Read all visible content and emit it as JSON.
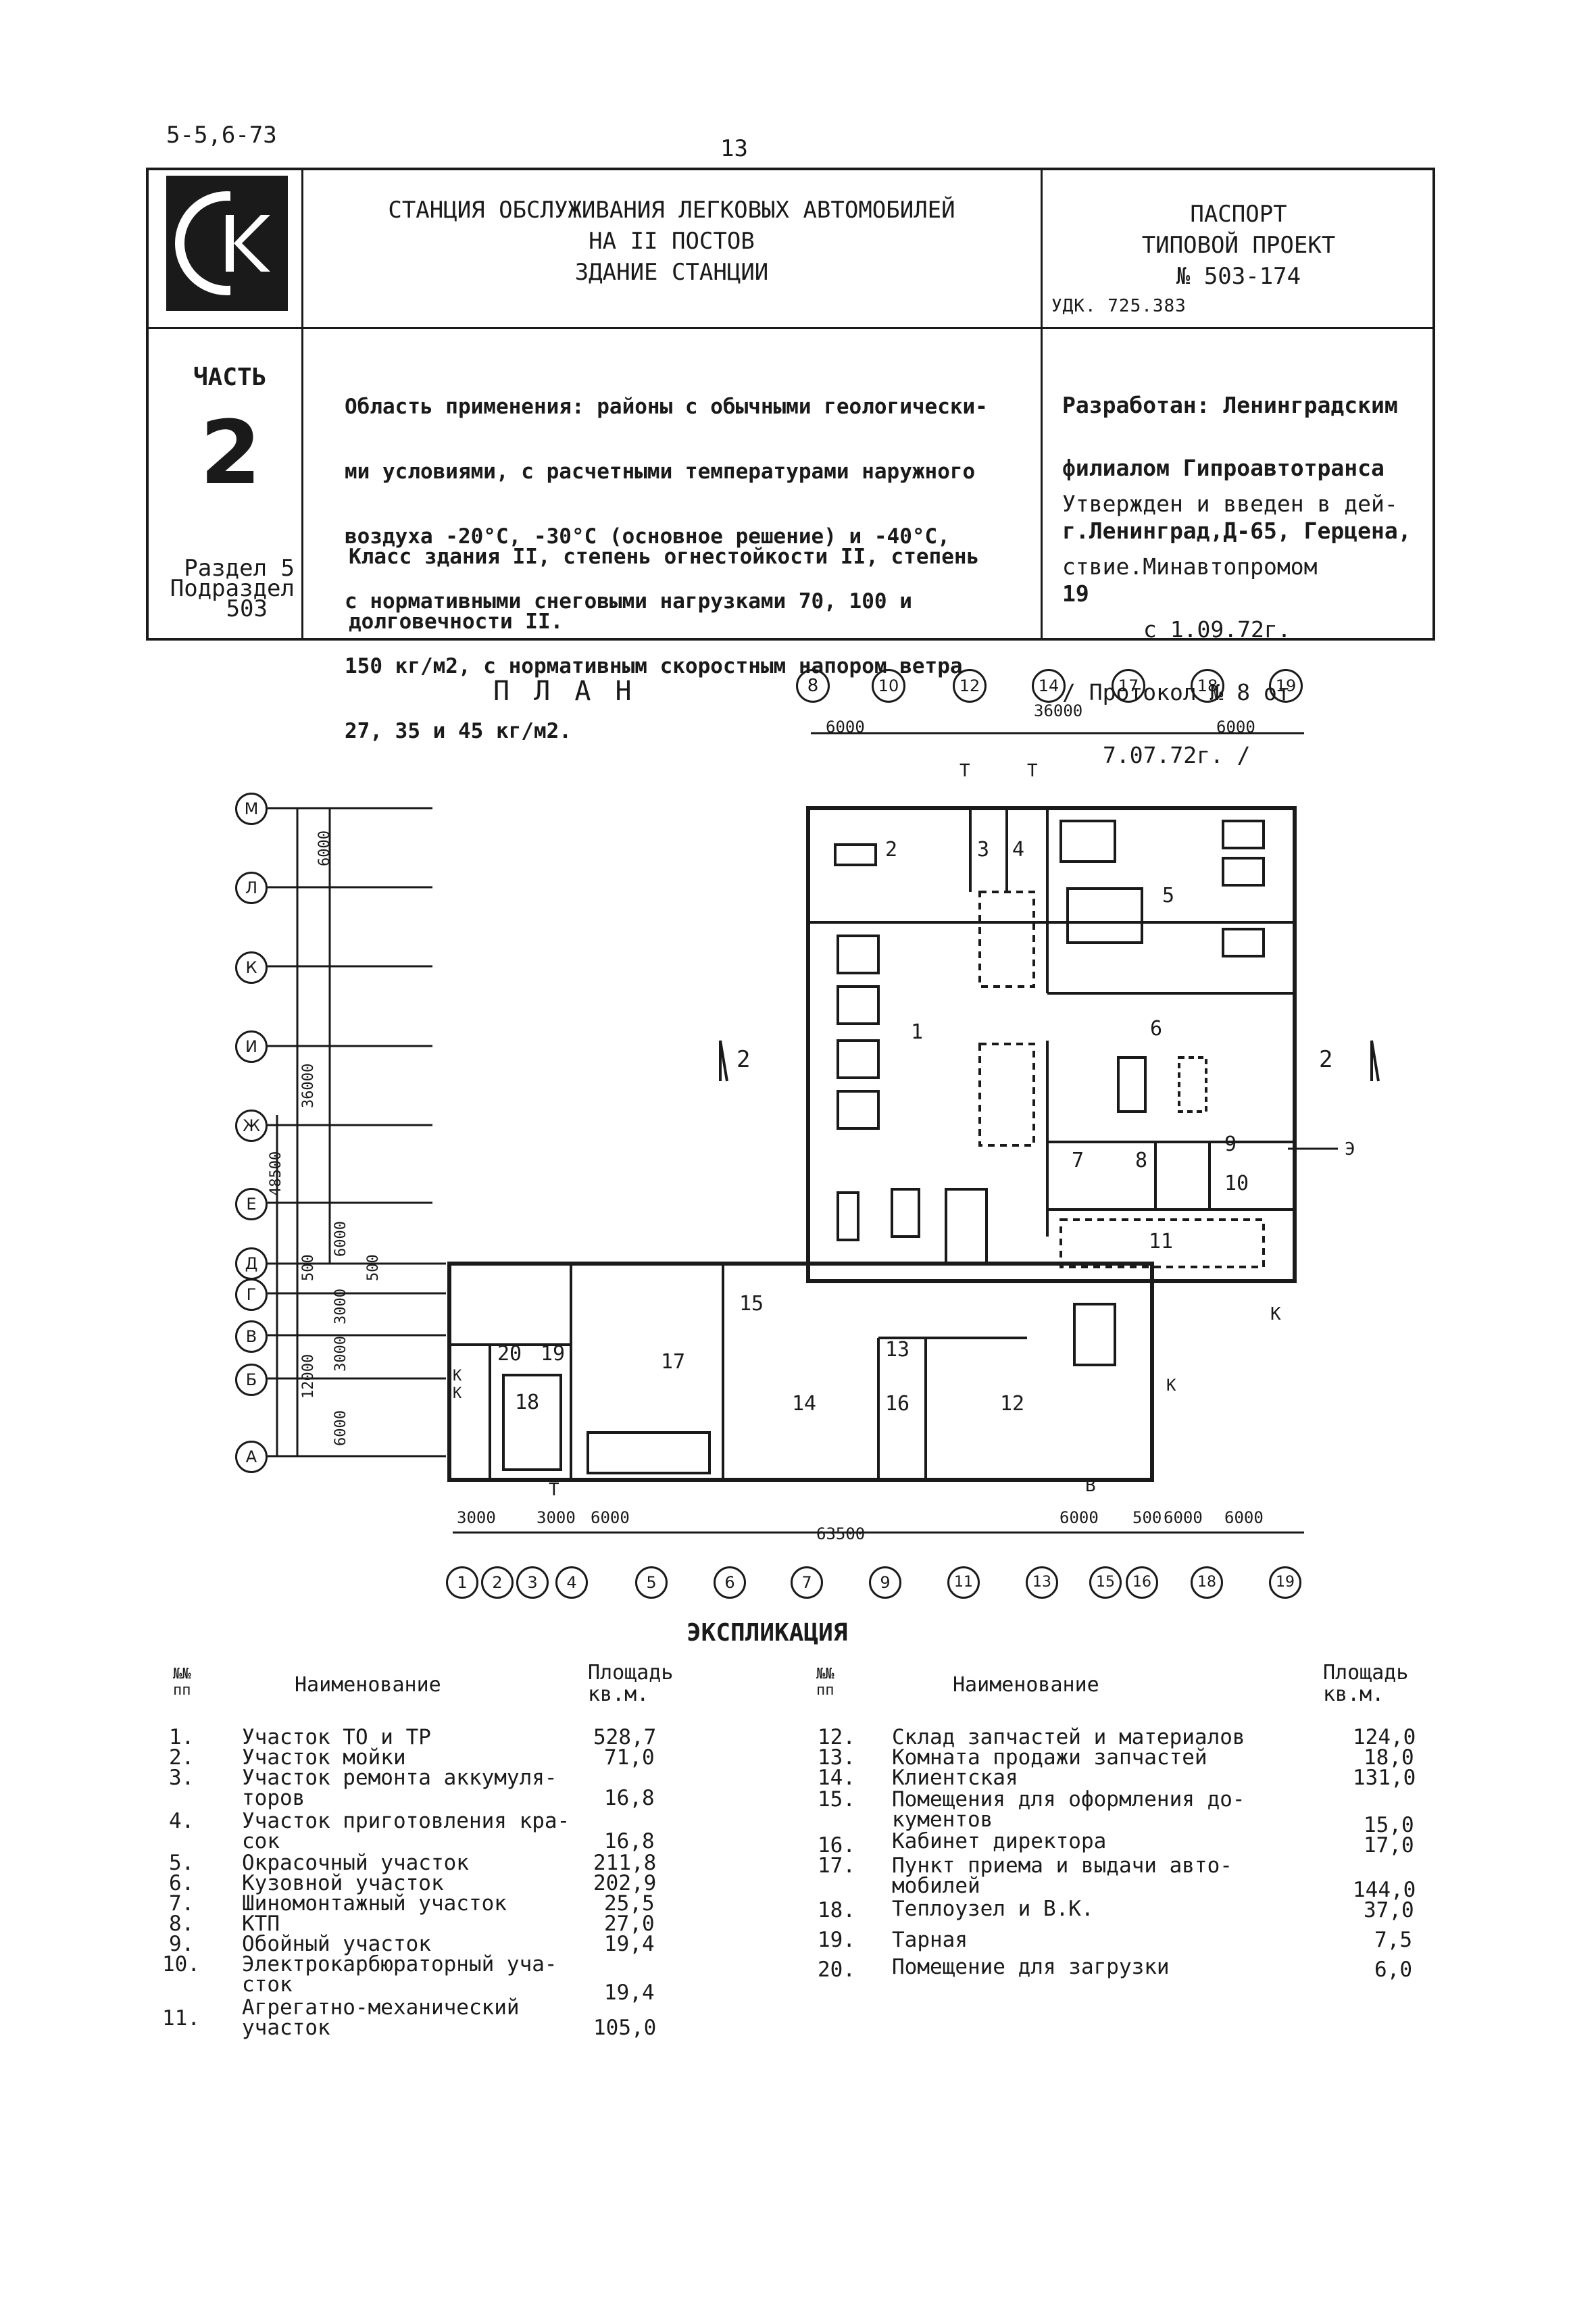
{
  "doc_code": "5-5,6-73",
  "page_number": "13",
  "header": {
    "title_lines": [
      "СТАНЦИЯ ОБСЛУЖИВАНИЯ ЛЕГКОВЫХ АВТОМОБИЛЕЙ",
      "НА II ПОСТОВ",
      "ЗДАНИЕ СТАНЦИИ"
    ],
    "passport_lines": [
      "ПАСПОРТ",
      "ТИПОВОЙ ПРОЕКТ",
      "№ 503-174"
    ],
    "udk": "УДК. 725.383",
    "part_label": "ЧАСТЬ",
    "part_number": "2",
    "section_lines": [
      "Раздел 5",
      "Подраздел",
      "503"
    ],
    "application_lines": [
      "Область применения: районы с обычными геологически-",
      "ми условиями, с расчетными температурами наружного",
      "воздуха -20°С, -30°С (основное решение) и -40°С,",
      "с нормативными снеговыми нагрузками 70, 100 и",
      "150 кг/м2, с нормативным скоростным напором ветра",
      "27, 35 и 45 кг/м2."
    ],
    "class_lines": [
      "Класс здания II, степень огнестойкости II, степень",
      "долговечности II."
    ],
    "developer_lines": [
      "Разработан: Ленинградским",
      "филиалом Гипроавтотранса",
      "г.Ленинград,Д-65, Герцена,",
      "19"
    ],
    "approved_lines": [
      "Утвержден и введен в дей-",
      "ствие.Минавтопромом",
      "с 1.09.72г.",
      "/ Протокол № 8 от",
      "7.07.72г. /"
    ]
  },
  "plan": {
    "title": "П Л А Н",
    "top_axes": [
      "8",
      "10",
      "12",
      "14",
      "17",
      "18",
      "19"
    ],
    "bottom_axes": [
      "1",
      "2",
      "3",
      "4",
      "5",
      "6",
      "7",
      "9",
      "11",
      "13",
      "15",
      "16",
      "18",
      "19"
    ],
    "left_axes": [
      "М",
      "Л",
      "К",
      "И",
      "Ж",
      "Е",
      "Д",
      "Г",
      "В",
      "Б",
      "А"
    ],
    "top_dims": [
      "6000",
      "36000",
      "6000"
    ],
    "bottom_dims": [
      "3000",
      "3000",
      "6000",
      "63500",
      "6000",
      "500",
      "6000",
      "6000"
    ],
    "left_dims": [
      "6000",
      "36000",
      "48500",
      "6000",
      "500",
      "500",
      "3000",
      "3000",
      "12000",
      "6000"
    ],
    "rooms": [
      "1",
      "2",
      "3",
      "4",
      "5",
      "6",
      "7",
      "8",
      "9",
      "10",
      "11",
      "12",
      "13",
      "14",
      "15",
      "16",
      "17",
      "18",
      "19",
      "20"
    ],
    "section_marks": [
      "2",
      "2"
    ],
    "entry_marks": [
      "К",
      "К",
      "К",
      "К",
      "Т",
      "Т",
      "Т",
      "Э",
      "В"
    ]
  },
  "explication": {
    "title": "ЭКСПЛИКАЦИЯ",
    "col_num": "№№\nпп",
    "col_name": "Наименование",
    "col_area": "Площадь\nкв.м.",
    "left": [
      {
        "n": "1.",
        "name": [
          "Участок ТО и ТР"
        ],
        "area": "528,7"
      },
      {
        "n": "2.",
        "name": [
          "Участок мойки"
        ],
        "area": "71,0"
      },
      {
        "n": "3.",
        "name": [
          "Участок ремонта аккумуля-",
          "торов"
        ],
        "area": "16,8"
      },
      {
        "n": "4.",
        "name": [
          "Участок приготовления кра-",
          "сок"
        ],
        "area": "16,8"
      },
      {
        "n": "5.",
        "name": [
          "Окрасочный участок"
        ],
        "area": "211,8"
      },
      {
        "n": "6.",
        "name": [
          "Кузовной участок"
        ],
        "area": "202,9"
      },
      {
        "n": "7.",
        "name": [
          "Шиномонтажный участок"
        ],
        "area": "25,5"
      },
      {
        "n": "8.",
        "name": [
          "КТП"
        ],
        "area": "27,0"
      },
      {
        "n": "9.",
        "name": [
          "Обойный участок"
        ],
        "area": "19,4"
      },
      {
        "n": "10.",
        "name": [
          "Электрокарбюраторный уча-",
          "сток"
        ],
        "area": "19,4"
      },
      {
        "n": "11.",
        "name": [
          "Агрегатно-механический",
          "участок"
        ],
        "area": "105,0"
      }
    ],
    "right": [
      {
        "n": "12.",
        "name": [
          "Склад запчастей и материалов"
        ],
        "area": "124,0"
      },
      {
        "n": "13.",
        "name": [
          "Комната продажи запчастей"
        ],
        "area": "18,0"
      },
      {
        "n": "14.",
        "name": [
          "Клиентская"
        ],
        "area": "131,0"
      },
      {
        "n": "15.",
        "name": [
          "Помещения для оформления до-",
          "кументов"
        ],
        "area": "15,0"
      },
      {
        "n": "16.",
        "name": [
          "Кабинет директора"
        ],
        "area": "17,0"
      },
      {
        "n": "17.",
        "name": [
          "Пункт приема и выдачи авто-",
          "мобилей"
        ],
        "area": "144,0"
      },
      {
        "n": "18.",
        "name": [
          "Теплоузел и В.К."
        ],
        "area": "37,0"
      },
      {
        "n": "19.",
        "name": [
          "Тарная"
        ],
        "area": "7,5"
      },
      {
        "n": "20.",
        "name": [
          "Помещение для загрузки"
        ],
        "area": "6,0"
      }
    ]
  }
}
